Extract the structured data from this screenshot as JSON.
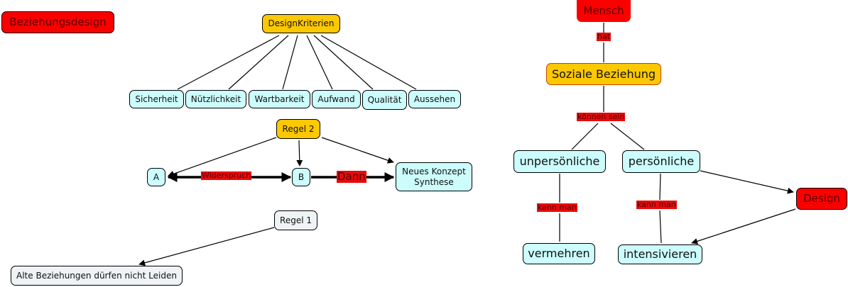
{
  "title": "Beziehungsdesign",
  "colors": {
    "concept_red": "#fc0000",
    "concept_gold": "#fcc800",
    "concept_cyan": "#ccfcfc",
    "concept_grey": "#eef3f5",
    "link_label_bg": "#e60b0b"
  },
  "left_map": {
    "design_kriterien": {
      "label": "DesignKriterien",
      "children": [
        "Sicherheit",
        "Nützlichkeit",
        "Wartbarkeit",
        "Aufwand",
        "Qualität",
        "Aussehen"
      ]
    },
    "regel2": {
      "label": "Regel 2",
      "node_a": "A",
      "node_b": "B",
      "synthese": "Neues Konzept\nSynthese",
      "link_widerspruch": "Widerspruch",
      "link_dann": "Dann"
    },
    "regel1": {
      "label": "Regel 1",
      "target": "Alte Beziehungen dürfen nicht Leiden"
    }
  },
  "right_map": {
    "mensch": "Mensch",
    "link_hat": "hat",
    "soziale_beziehung": "Soziale Beziehung",
    "link_koennen_sein": "können sein",
    "unpersoenliche": "unpersönliche",
    "persoenliche": "persönliche",
    "link_kann_man_1": "kann man",
    "link_kann_man_2": "kann man",
    "vermehren": "vermehren",
    "intensivieren": "intensivieren",
    "design": "Design"
  }
}
